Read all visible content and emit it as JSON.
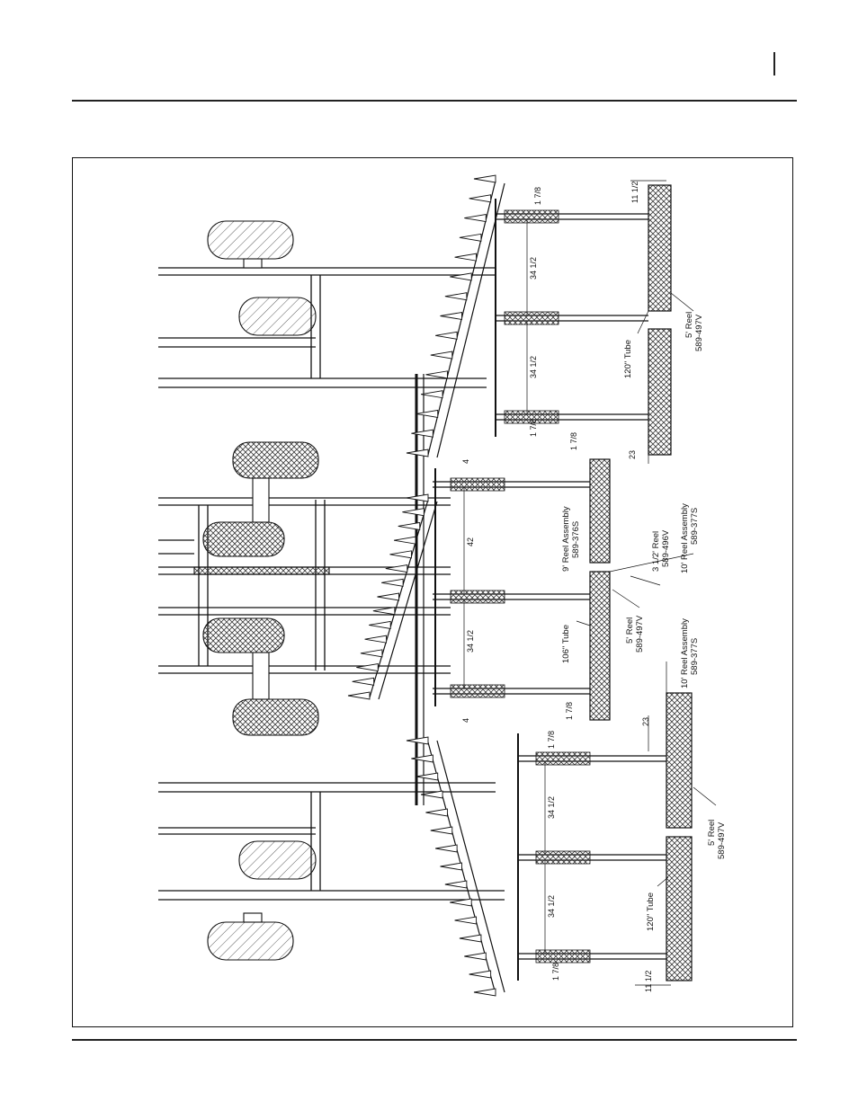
{
  "drawing": {
    "dimensions": {
      "right_top_a": "1 7/8",
      "right_spacing_1": "34 1/2",
      "right_spacing_2": "34 1/2",
      "right_bottom_a": "1 7/8",
      "right_offset": "11 1/2",
      "right_drop": "23",
      "center_top_a": "1 7/8",
      "center_4_top": "4",
      "center_spacing_1": "42",
      "center_spacing_2": "34 1/2",
      "center_4_bottom": "4",
      "center_bottom_a": "1 7/8",
      "left_top_a": "1 7/8",
      "left_drop": "23",
      "left_spacing_1": "34 1/2",
      "left_spacing_2": "34 1/2",
      "left_bottom_a": "1 7/8",
      "left_offset": "11 1/2"
    },
    "labels": {
      "right_tube": "120\" Tube",
      "right_reel": "5' Reel",
      "right_reel_part": "589-497V",
      "center_9_reel": "9' Reel Assembly",
      "center_9_reel_part": "589-376S",
      "center_35_reel": "3 1/2' Reel",
      "center_35_reel_part": "589-496V",
      "center_10_reel": "10' Reel Assembly",
      "center_10_reel_part": "589-377S",
      "center_tube": "106\" Tube",
      "center_5_reel": "5' Reel",
      "center_5_reel_part": "589-497V",
      "left_10_reel": "10' Reel Assembly",
      "left_10_reel_part": "589-377S",
      "left_tube": "120\" Tube",
      "left_reel": "5' Reel",
      "left_reel_part": "589-497V"
    }
  }
}
